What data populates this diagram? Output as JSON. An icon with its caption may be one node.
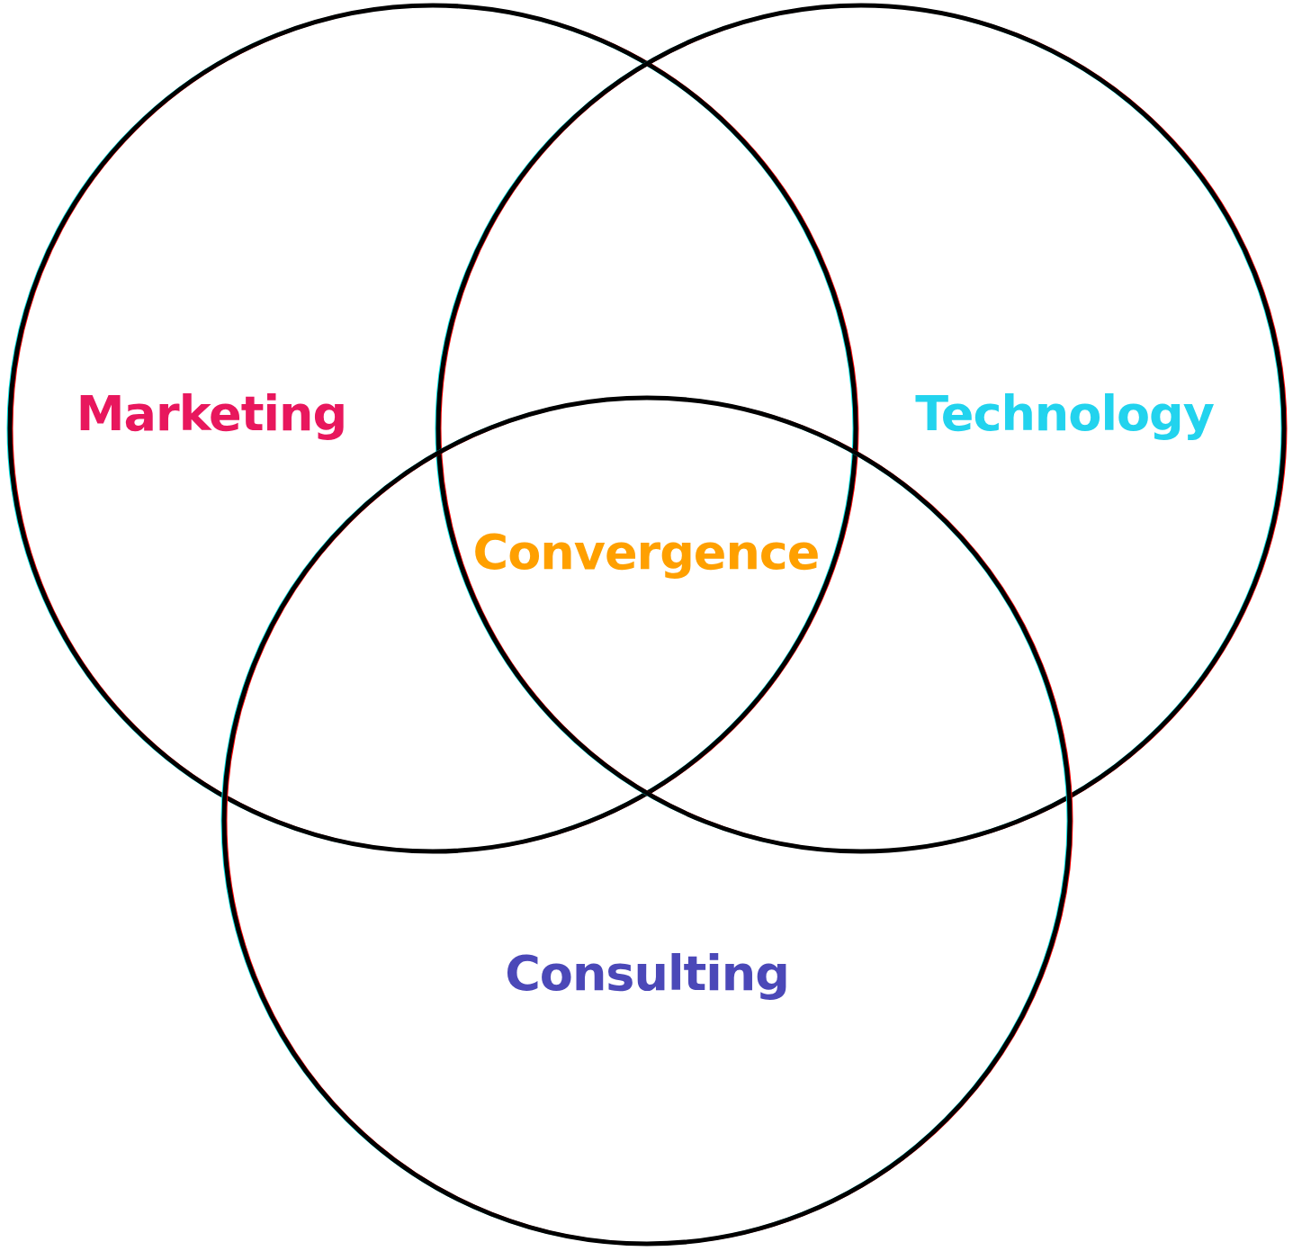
{
  "diagram": {
    "nodes": [
      {
        "text": [
          "Marketing"
        ]
      },
      {
        "text": [
          "Technology"
        ]
      },
      {
        "text": [
          "Consulting"
        ]
      }
    ],
    "labels": [
      "Convergence"
    ]
  }
}
